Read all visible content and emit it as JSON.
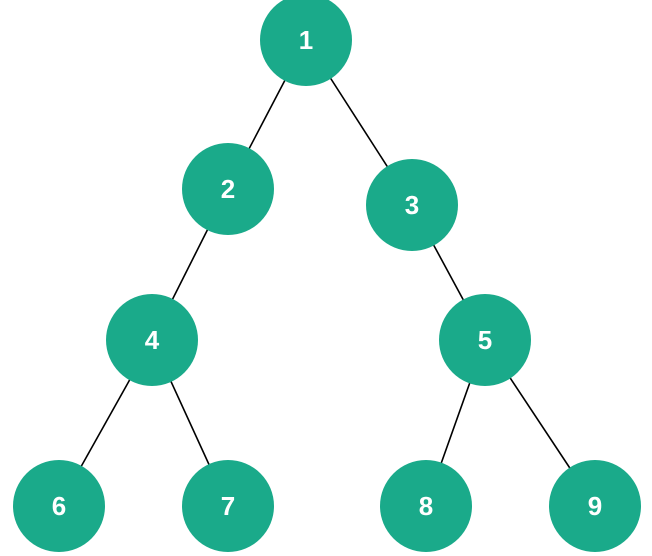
{
  "diagram": {
    "type": "binary-tree",
    "colors": {
      "node_fill": "#1AAA8A",
      "node_text": "#FFFFFF",
      "edge": "#000000",
      "background": "#FFFFFF"
    },
    "nodes": [
      {
        "id": "n1",
        "label": "1"
      },
      {
        "id": "n2",
        "label": "2"
      },
      {
        "id": "n3",
        "label": "3"
      },
      {
        "id": "n4",
        "label": "4"
      },
      {
        "id": "n5",
        "label": "5"
      },
      {
        "id": "n6",
        "label": "6"
      },
      {
        "id": "n7",
        "label": "7"
      },
      {
        "id": "n8",
        "label": "8"
      },
      {
        "id": "n9",
        "label": "9"
      }
    ],
    "edges": [
      {
        "from": "n1",
        "to": "n2"
      },
      {
        "from": "n1",
        "to": "n3"
      },
      {
        "from": "n2",
        "to": "n4"
      },
      {
        "from": "n3",
        "to": "n5"
      },
      {
        "from": "n4",
        "to": "n6"
      },
      {
        "from": "n4",
        "to": "n7"
      },
      {
        "from": "n5",
        "to": "n8"
      },
      {
        "from": "n5",
        "to": "n9"
      }
    ]
  }
}
